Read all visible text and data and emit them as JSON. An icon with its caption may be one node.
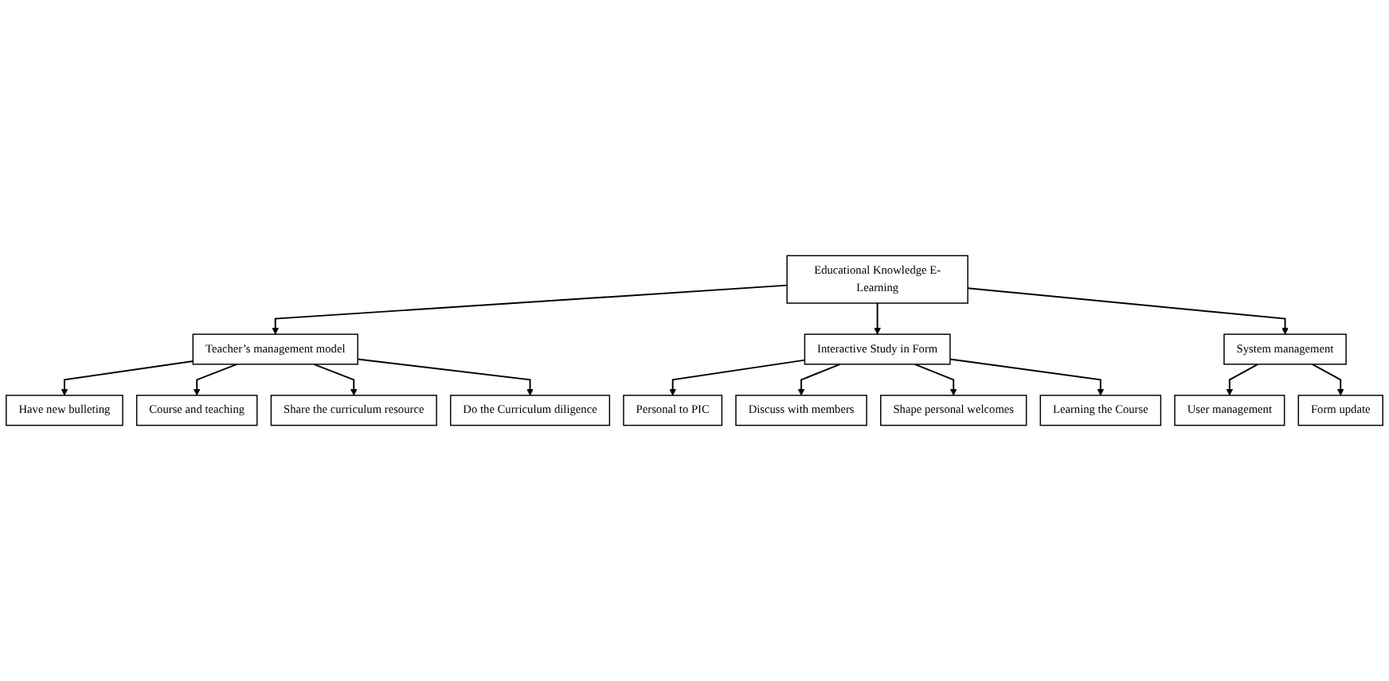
{
  "diagram": {
    "nodes": [
      {
        "text": [
          "Educational Knowledge E-Learning"
        ]
      },
      {
        "text": [
          "Teacher’s management model"
        ]
      },
      {
        "text": [
          "Interactive Study in Form"
        ]
      },
      {
        "text": [
          "System management"
        ]
      },
      {
        "text": [
          "Have new bulleting"
        ]
      },
      {
        "text": [
          "Course and teaching"
        ]
      },
      {
        "text": [
          "Share the curriculum resource"
        ]
      },
      {
        "text": [
          "Do the Curriculum diligence"
        ]
      },
      {
        "text": [
          "Personal to PIC"
        ]
      },
      {
        "text": [
          "Discuss with members"
        ]
      },
      {
        "text": [
          "Shape personal welcomes"
        ]
      },
      {
        "text": [
          "Learning the Course"
        ]
      },
      {
        "text": [
          "User management"
        ]
      },
      {
        "text": [
          "Form update"
        ]
      }
    ],
    "edges": [
      {
        "from": 0,
        "to": 1,
        "arrow": "to"
      },
      {
        "from": 0,
        "to": 2,
        "arrow": "to"
      },
      {
        "from": 0,
        "to": 3,
        "arrow": "to"
      },
      {
        "from": 1,
        "to": 4,
        "arrow": "to"
      },
      {
        "from": 1,
        "to": 5,
        "arrow": "to"
      },
      {
        "from": 1,
        "to": 6,
        "arrow": "to"
      },
      {
        "from": 1,
        "to": 7,
        "arrow": "to"
      },
      {
        "from": 2,
        "to": 8,
        "arrow": "to"
      },
      {
        "from": 2,
        "to": 9,
        "arrow": "to"
      },
      {
        "from": 2,
        "to": 10,
        "arrow": "to"
      },
      {
        "from": 2,
        "to": 11,
        "arrow": "to"
      },
      {
        "from": 3,
        "to": 12,
        "arrow": "to"
      },
      {
        "from": 3,
        "to": 13,
        "arrow": "to"
      }
    ]
  }
}
